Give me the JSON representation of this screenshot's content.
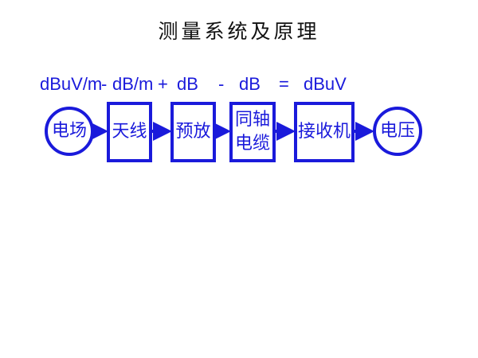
{
  "title": "测量系统及原理",
  "equation": {
    "terms": [
      "dBuV/m",
      "-",
      "dB/m",
      "+",
      "dB",
      "-",
      "dB",
      "=",
      "dBuV"
    ]
  },
  "chain": {
    "source": "电场",
    "antenna": "天线",
    "preamp": "预放",
    "cable_line1": "同轴",
    "cable_line2": "电缆",
    "receiver": "接收机",
    "output": "电压"
  },
  "colors": {
    "diagram": "#1a1adb",
    "title": "#111111"
  }
}
